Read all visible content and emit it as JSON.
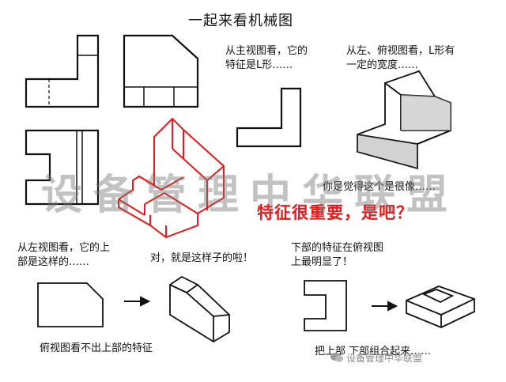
{
  "title": "一起来看机械图",
  "texts": {
    "main_view_note": "从主视图看，它的\n特征是L形……",
    "top_view_note": "从左、俯视图看，L形有\n一定的宽度……",
    "final_note": "你是觉得这个是很像……",
    "emphasis": "特征很重要，是吧？",
    "left_view_note": "从左视图看，它的上\n部是这样的……",
    "confirm_note": "对，就是这样子的啦！",
    "top_part_note": "下部的特征在俯视图\n上最明显了！",
    "top_view_caption": "俯视图看不出上部的特征",
    "combine_caption": "把上部   下部组合起来……"
  },
  "watermark": {
    "text": "设备管理中华联盟",
    "brand": "设备管理中华联盟",
    "brand_icon": "wechat-icon"
  },
  "colors": {
    "line": "#111111",
    "highlight": "#e8191a",
    "face_gray": "#bdbdbd",
    "face_dark": "#4a4a4a"
  }
}
